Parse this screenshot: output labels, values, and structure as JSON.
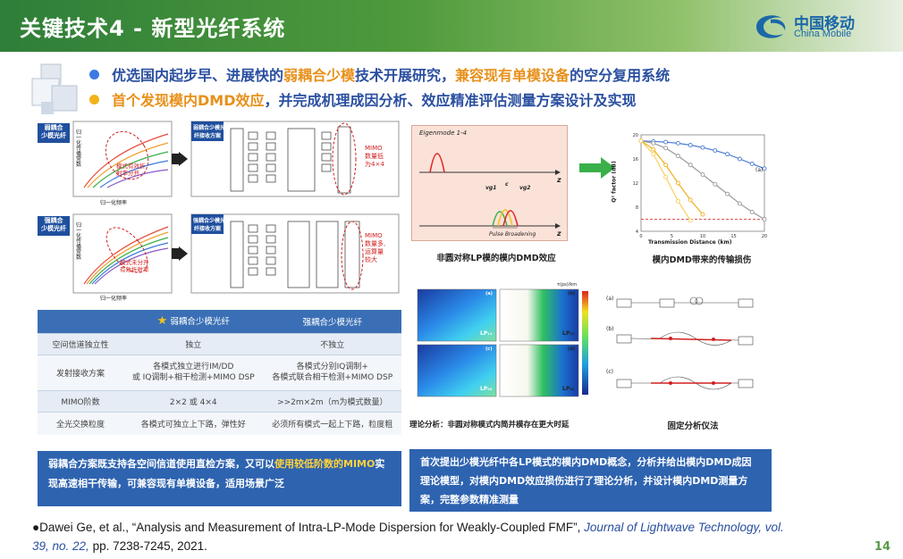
{
  "header": {
    "title": "关键技术4 - 新型光纤系统"
  },
  "logo": {
    "cn": "中国移动",
    "en": "China Mobile"
  },
  "bullets": [
    {
      "color": "#3a7ae0",
      "pre": "优选国内起步早、进展快的",
      "hl1": "弱耦合少模",
      "mid": "技术开展研究，",
      "hl2": "兼容现有单模设备",
      "post": "的空分复用系统"
    },
    {
      "color": "#f2b31a",
      "hl1": "首个发现模内DMD效应",
      "post": "，并完成机理成因分析、效应精准评估测量方案设计及实现"
    }
  ],
  "left_figs": {
    "row1": {
      "fiber_label": "弱耦合\n少模光纤",
      "scheme_label": "弱耦合少模光\n纤接收方案",
      "curve_note": "模式有效折\n射率分开",
      "mimo_note": "MIMO\n数量低\n为4×4"
    },
    "row2": {
      "fiber_label": "强耦合\n少模光纤",
      "scheme_label": "强耦合少模光\n纤接收方案",
      "curve_note": "模式未分开\n有效折射率",
      "mimo_note": "MIMO\n数量多,\n运算量\n较大"
    },
    "axis_y": "归一化传播常数",
    "axis_x": "归一化频率"
  },
  "table": {
    "headers": [
      "",
      "弱耦合少模光纤",
      "强耦合少模光纤"
    ],
    "rows": [
      [
        "空间信道独立性",
        "独立",
        "不独立"
      ],
      [
        "发射接收方案",
        "各模式独立进行IM/DD\n或 IQ调制+相干检测+MIMO DSP",
        "各模式分别IQ调制+\n各模式联合相干检测+MIMO DSP"
      ],
      [
        "MIMO阶数",
        "2×2 或 4×4",
        ">>2m×2m（m为模式数量）"
      ],
      [
        "全光交换粒度",
        "各模式可独立上下路，弹性好",
        "必须所有模式一起上下路，粒度粗"
      ]
    ]
  },
  "left_box": {
    "pre": "弱耦合方案既支持各空间信道使用直检方案，又可以",
    "hl1": "使用较低阶数的MIMO",
    "post": "实现高速相干传输，可兼容现有单模设备，适用场景广泛"
  },
  "right_figs": {
    "pulse_title": "Eigenmode 1-4",
    "pulse_axis": "z",
    "pulse_broadening": "Pulse Broadening",
    "vg1": "vg1",
    "vg2": "vg2",
    "vg3": "c",
    "fig1_caption": "非圆对称LP模的模内DMD效应",
    "fig2_caption": "模内DMD带来的传输损伤",
    "fig2_xlabel": "Transmission Distance (km)",
    "fig2_ylabel": "Q² factor (dB)",
    "fig2_tag": "(a)",
    "fig3_caption": "理论分析：非圆对称模式内简并模存在更大时延",
    "fig3_unit": "τ(ps)/km",
    "fig3_panels": [
      "(a)",
      "(b)",
      "(c)",
      "(d)"
    ],
    "fig3_lp": [
      "LP₁₁",
      "LP₂₁",
      "LP₀₂",
      "LP₃₁"
    ],
    "fig4_caption": "固定分析仪法",
    "fig4_labels": [
      "(a)",
      "(b)",
      "(c)"
    ]
  },
  "right_box": {
    "text": "首次提出少模光纤中各LP模式的模内DMD概念，分析并给出模内DMD成因理论模型，对模内DMD效应损伤进行了理论分析，并设计模内DMD测量方案，完整参数精准测量"
  },
  "reference": {
    "pre": "●Dawei Ge, et al., “Analysis and Measurement of Intra-LP-Mode Dispersion for Weakly-Coupled FMF”, ",
    "journal": "Journal of Lightwave Technology, vol. 39, no. 22,",
    "post": " pp. 7238-7245, 2021."
  },
  "page_number": "14",
  "chart_data": {
    "type": "line",
    "xlabel": "Transmission Distance (km)",
    "ylabel": "Q² factor (dB)",
    "x": [
      0,
      2,
      4,
      6,
      8,
      10,
      12,
      14,
      16,
      18,
      20
    ],
    "xlim": [
      0,
      20
    ],
    "ylim": [
      4,
      20
    ],
    "series": [
      {
        "values": [
          19.0,
          18.9,
          18.8,
          18.6,
          18.3,
          17.9,
          17.4,
          16.8,
          16.0,
          15.2,
          14.4
        ]
      },
      {
        "values": [
          19.0,
          18.6,
          17.8,
          16.5,
          15.0,
          13.4,
          11.8,
          10.2,
          8.6,
          7.2,
          6.0
        ]
      },
      {
        "values": [
          19.0,
          17.6,
          15.0,
          12.0,
          9.2,
          6.8
        ]
      },
      {
        "values": [
          19.0,
          16.8,
          13.0,
          9.0,
          5.8
        ]
      }
    ],
    "threshold": 6.0,
    "colors": [
      "#4a7bd0",
      "#9a9a9a",
      "#f0b020",
      "#f7d060"
    ]
  }
}
